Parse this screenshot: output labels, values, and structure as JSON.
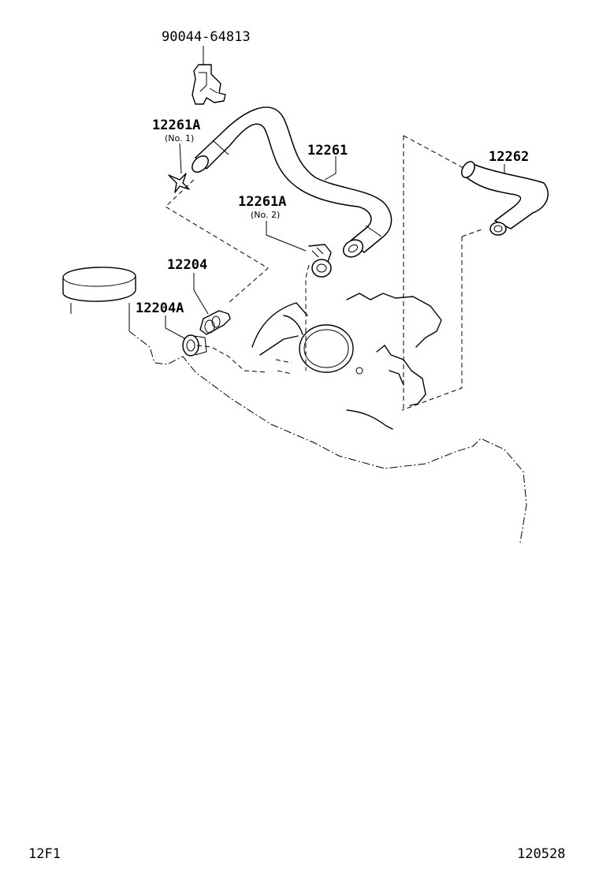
{
  "parts": {
    "clip": {
      "number": "90044-64813"
    },
    "hose_clamp_1": {
      "number": "12261A",
      "note": "(No. 1)"
    },
    "vent_hose": {
      "number": "12261"
    },
    "hose_clamp_2": {
      "number": "12261A",
      "note": "(No. 2)"
    },
    "vent_hose_2": {
      "number": "12262"
    },
    "pcv_valve": {
      "number": "12204"
    },
    "grommet": {
      "number": "12204A"
    }
  },
  "footer": {
    "figure_code": "12F1",
    "date_code": "120528"
  }
}
